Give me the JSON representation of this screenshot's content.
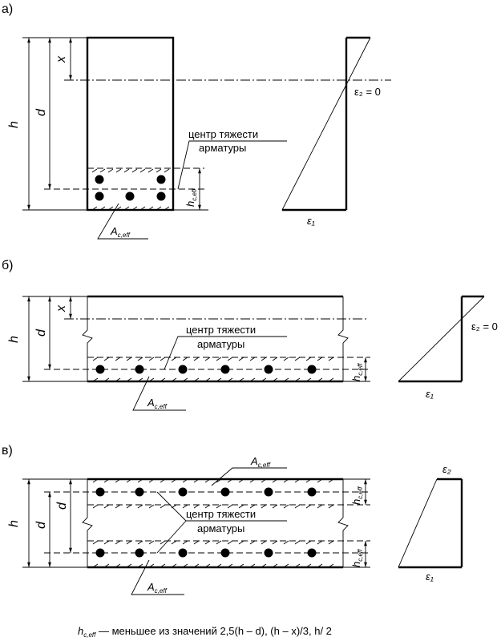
{
  "panels": {
    "a": {
      "label": "а)",
      "h": "h",
      "d": "d",
      "x": "x",
      "centroid_line1": "центр тяжести",
      "centroid_line2": "арматуры",
      "hceff_main": "h",
      "hceff_sub": "c,eff",
      "aceff_main": "A",
      "aceff_sub": "c,eff",
      "eps2": "ε₂ = 0",
      "eps1": "ε₁"
    },
    "b": {
      "label": "б)",
      "h": "h",
      "d": "d",
      "x": "x",
      "centroid_line1": "центр тяжести",
      "centroid_line2": "арматуры",
      "hceff_main": "h",
      "hceff_sub": "c,eff",
      "aceff_main": "A",
      "aceff_sub": "c,eff",
      "eps2": "ε₂ = 0",
      "eps1": "ε₁"
    },
    "c": {
      "label": "в)",
      "h": "h",
      "d1": "d",
      "d2": "d",
      "centroid_line1": "центр тяжести",
      "centroid_line2": "арматуры",
      "hceff_main": "h",
      "hceff_sub": "c,eff",
      "aceff_main": "A",
      "aceff_sub": "c,eff",
      "eps2": "ε₂",
      "eps1": "ε₁"
    }
  },
  "footnote": {
    "h": "h",
    "sub": "c,eff",
    "text": " — меньшее из значений 2,5(h – d), (h – x)/3, h/ 2"
  }
}
